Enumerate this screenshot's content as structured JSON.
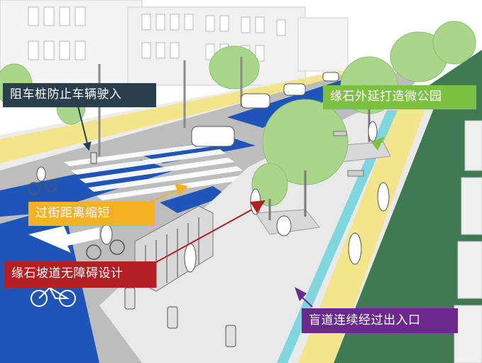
{
  "colors": {
    "bike_lane": "#1f55b8",
    "road": "#bcbcbc",
    "sidewalk": "#e9e9e9",
    "curb_yellow": "#f2e58a",
    "tactile_cyan": "#7fd6df",
    "grass": "#3f7a52",
    "tree": "#a9d68a",
    "building": "#f2f2f2"
  },
  "callouts": {
    "bollard": {
      "text": "阻车桩防止车辆驶入",
      "color": "#2b3e4c",
      "arrow_color": "#2b3e4c"
    },
    "park": {
      "text": "缘石外延打造微公园",
      "color": "#7cc142",
      "arrow_color": "#7cc142"
    },
    "crossing": {
      "text": "过街距离缩短",
      "color": "#f4b223",
      "arrow_color": "#f4b223"
    },
    "ramp": {
      "text": "缘石坡道无障碍设计",
      "color": "#b21f24",
      "arrow_color": "#b21f24"
    },
    "tactile": {
      "text": "盲道连续经过出入口",
      "color": "#6a2a8c",
      "arrow_color": "#6a2a8c"
    }
  },
  "icons": [
    "bicycle-lane-symbol-icon",
    "lane-arrow-icon",
    "bollard-icon",
    "car-icon",
    "tree-icon",
    "pedestrian-icon",
    "cyclist-icon",
    "bench-icon"
  ]
}
